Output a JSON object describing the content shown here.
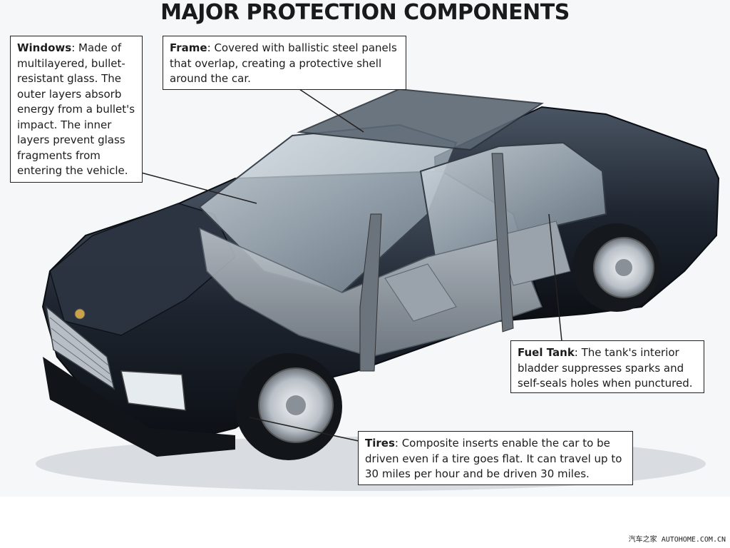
{
  "title": "MAJOR PROTECTION COMPONENTS",
  "callouts": {
    "windows": {
      "label": "Windows",
      "text": ": Made of multilayered, bullet-resistant glass. The outer layers absorb energy from a bullet's impact. The inner layers prevent glass fragments from entering the vehicle."
    },
    "frame": {
      "label": "Frame",
      "text": ": Covered with ballistic steel panels that overlap, creating a protective shell around the car."
    },
    "fuel_tank": {
      "label": "Fuel Tank",
      "text": ": The tank's interior bladder suppresses sparks and self-seals holes when punctured."
    },
    "tires": {
      "label": "Tires",
      "text": ": Composite inserts enable the car to be driven even if a tire goes flat. It can travel up to 30 miles per hour and be driven 30 miles."
    }
  },
  "watermark": "汽车之家 AUTOHOME.COM.CN",
  "colors": {
    "body_paint": "#1e2530",
    "glass": "#9fb0bd",
    "wheel": "#c8ccd2",
    "callout_border": "#222222"
  },
  "icons": [
    "car-illustration",
    "cadillac-emblem-icon",
    "wheel-icon"
  ]
}
